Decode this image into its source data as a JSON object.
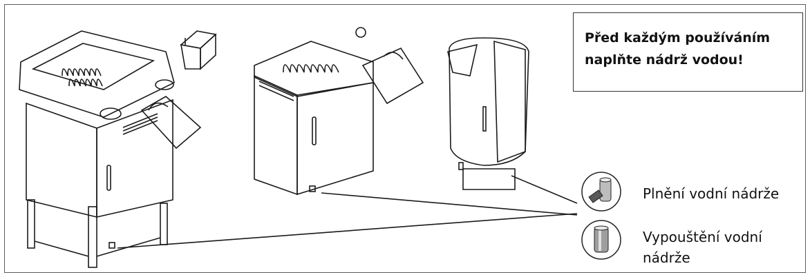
{
  "notice": {
    "line1": "Před každým používáním",
    "line2": "naplňte nádrž vodou!"
  },
  "legend": {
    "fill_label": "Plnění vodní nádrže",
    "drain_label_line1": "Vypouštění vodní",
    "drain_label_line2": "nádrže"
  },
  "icons": {
    "fill": "water-tank-fill-icon",
    "drain": "water-tank-drain-icon"
  }
}
